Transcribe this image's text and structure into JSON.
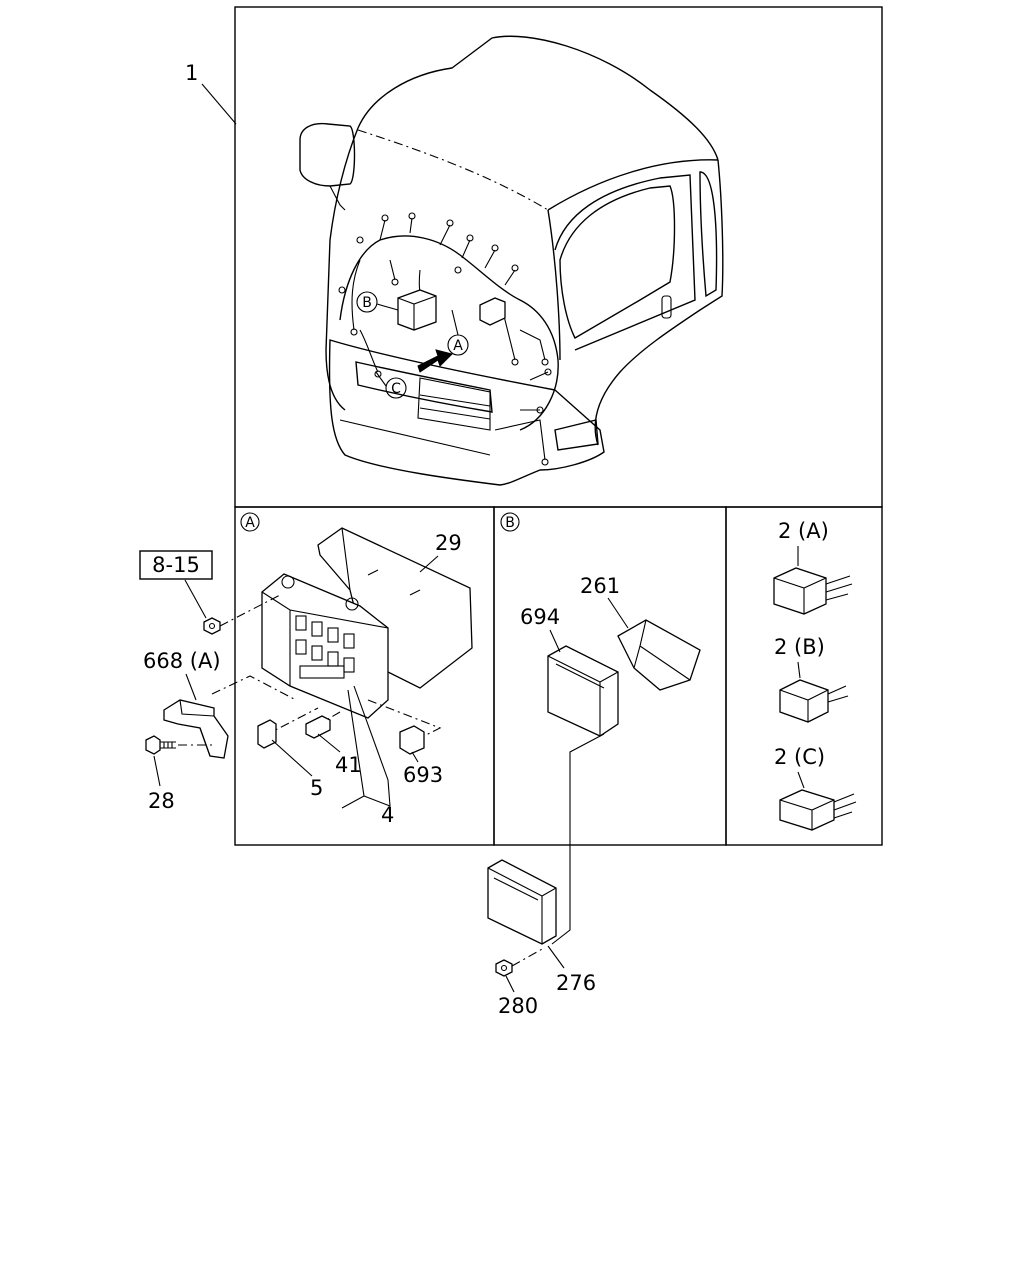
{
  "callouts": {
    "c1": "1",
    "c29": "29",
    "c668a": "668 (A)",
    "c28": "28",
    "c5": "5",
    "c41": "41",
    "c4": "4",
    "c693": "693",
    "c261": "261",
    "c694": "694",
    "c2a": "2 (A)",
    "c2b": "2 (B)",
    "c2c": "2 (C)",
    "c276": "276",
    "c280": "280"
  },
  "reference_box": "8-15",
  "section_markers": {
    "a": "A",
    "b": "B",
    "c": "C"
  }
}
